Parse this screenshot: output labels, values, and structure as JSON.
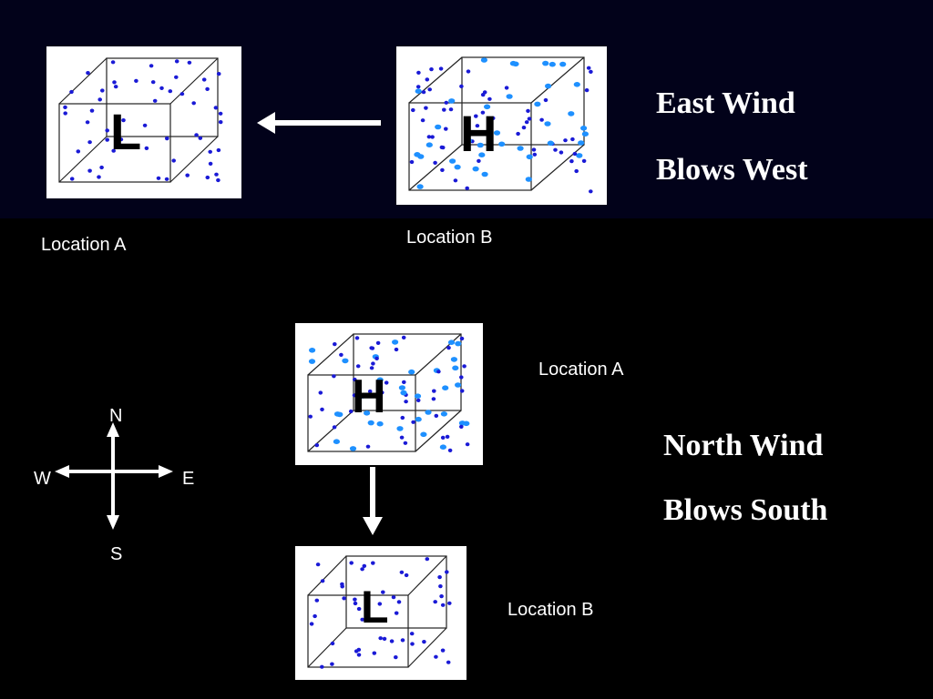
{
  "top": {
    "location_a": "Location A",
    "location_b": "Location B",
    "low_letter": "L",
    "high_letter": "H",
    "caption_line1": "East Wind",
    "caption_line2": "Blows West"
  },
  "bottom": {
    "location_a": "Location A",
    "location_b": "Location B",
    "high_letter": "H",
    "low_letter": "L",
    "caption_line1": "North Wind",
    "caption_line2": "Blows South"
  },
  "compass": {
    "north": "N",
    "south": "S",
    "east": "E",
    "west": "W"
  },
  "colors": {
    "background": "#000000",
    "top_band": "#02021a",
    "dot_dark": "#1a1ad6",
    "dot_light": "#1e90ff",
    "text": "#ffffff"
  }
}
